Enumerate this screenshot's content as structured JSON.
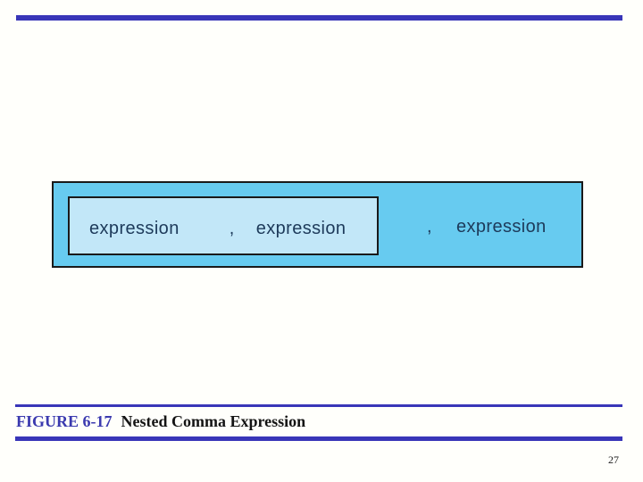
{
  "slide": {
    "background_color": "#fffffb",
    "accent_color": "#3936b8",
    "page_number": "27"
  },
  "diagram": {
    "text_color": "#1d3a5a",
    "border_color": "#1a1a1a",
    "outer_box": {
      "fill_color": "#67cbf0",
      "comma": ",",
      "expression_label": "expression"
    },
    "inner_box": {
      "fill_color": "#c2e7f8",
      "expression_left": "expression",
      "comma": ",",
      "expression_right": "expression"
    }
  },
  "caption": {
    "figure_label": "FIGURE 6-17",
    "figure_title": "Nested Comma Expression",
    "label_color": "#3b3aaf",
    "title_color": "#141414"
  }
}
